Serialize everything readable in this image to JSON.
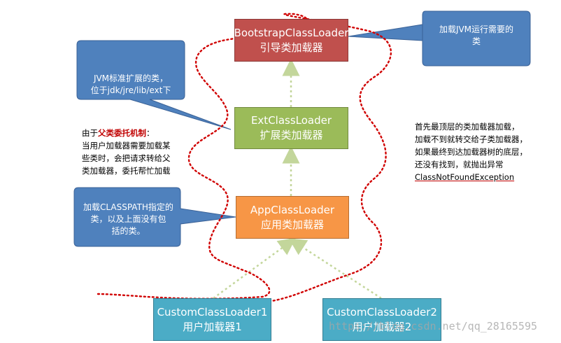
{
  "loaders": {
    "bootstrap": {
      "name": "BootstrapClassLoader",
      "desc": "引导类加载器"
    },
    "ext": {
      "name": "ExtClassLoader",
      "desc": "扩展类加载器"
    },
    "app": {
      "name": "AppClassLoader",
      "desc": "应用类加载器"
    },
    "custom1": {
      "name": "CustomClassLoader1",
      "desc": "用户加载器1"
    },
    "custom2": {
      "name": "CustomClassLoader2",
      "desc": "用户加载器2"
    }
  },
  "callouts": {
    "jvm": {
      "line1": "加载JVM运行需要的",
      "line2": "类"
    },
    "ext": {
      "line1": "JVM标准扩展的类，",
      "line2": "位于jdk/jre/lib/ext下"
    },
    "classpath": {
      "line1": "加载CLASSPATH指定的",
      "line2": "类，以及上面没有包",
      "line3": "括的类。"
    }
  },
  "notes": {
    "delegation": {
      "prefix": "由于",
      "highlight": "父类委托机制",
      "suffix": "：",
      "line2": "当用户加载器需要加载某",
      "line3": "些类时，会把请求转给父",
      "line4": "类加载器，委托帮忙加载"
    },
    "lookup": {
      "line1": "首先最顶层的类加载器加载，",
      "line2": "加载不到就转交给子类加载器，",
      "line3": "如果最终到达加载器树的底层，",
      "line4": "还没有找到，就抛出异常",
      "line5": "ClassNotFoundException"
    }
  },
  "watermark": "https://blog.csdn.net/qq_28165595",
  "colors": {
    "bootstrap": "#c0504d",
    "ext": "#9bbb59",
    "app": "#f79646",
    "custom": "#4bacc6",
    "callout": "#4f81bd",
    "dotted_path": "#d00000",
    "arrow": "#c3d69b"
  }
}
